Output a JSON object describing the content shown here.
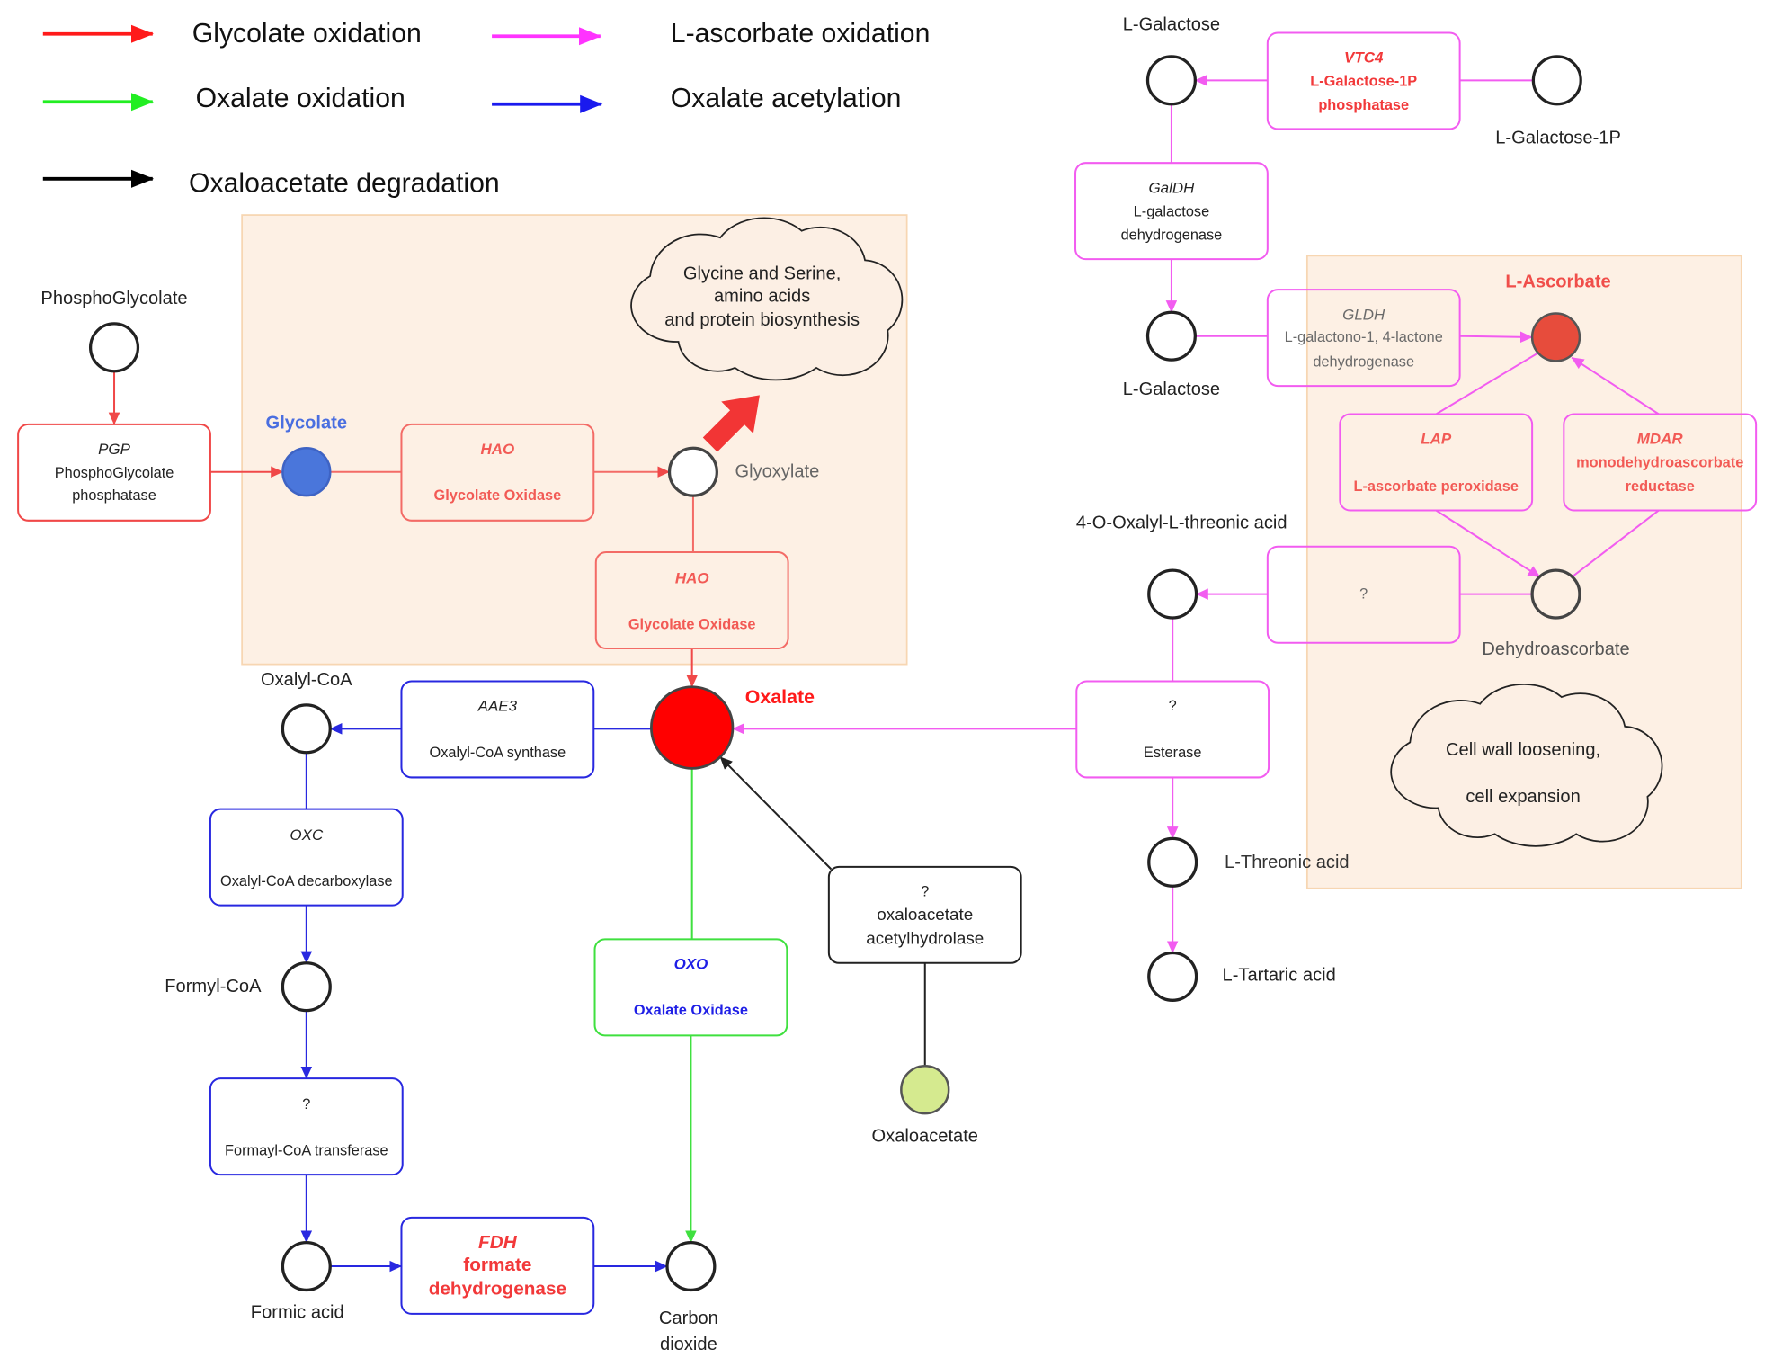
{
  "legend": [
    {
      "label": "Glycolate oxidation",
      "color": "#ff1a1a"
    },
    {
      "label": "L-ascorbate oxidation",
      "color": "#ff33ff"
    },
    {
      "label": "Oxalate oxidation",
      "color": "#22ee22"
    },
    {
      "label": "Oxalate acetylation",
      "color": "#1a1aee"
    },
    {
      "label": "Oxaloacetate degradation",
      "color": "#000000"
    }
  ],
  "clouds": {
    "biosynthesis": [
      "Glycine and Serine,",
      "amino acids",
      "and protein biosynthesis"
    ],
    "cell_wall": [
      "Cell wall loosening,",
      "cell expansion"
    ]
  },
  "metabolites": {
    "phosphoglycolate": "PhosphoGlycolate",
    "glycolate": "Glycolate",
    "glyoxylate": "Glyoxylate",
    "oxalate": "Oxalate",
    "oxalyl_coa": "Oxalyl-CoA",
    "formyl_coa": "Formyl-CoA",
    "formic_acid": "Formic acid",
    "carbon_dioxide": [
      "Carbon",
      "dioxide"
    ],
    "oxaloacetate": "Oxaloacetate",
    "l_galactose_1p": "L-Galactose-1P",
    "l_galactose_a": "L-Galactose",
    "l_galactose_b": "L-Galactose",
    "l_ascorbate": "L-Ascorbate",
    "dehydroascorbate": "Dehydroascorbate",
    "oxalyl_threonic_acid": "4-O-Oxalyl-L-threonic acid",
    "l_threonic_acid": "L-Threonic acid",
    "l_tartaric_acid": "L-Tartaric acid"
  },
  "enzymes": {
    "pgp": {
      "abbr": "PGP",
      "name": [
        "PhosphoGlycolate",
        "phosphatase"
      ]
    },
    "hao_1": {
      "abbr": "HAO",
      "name": [
        "Glycolate Oxidase"
      ]
    },
    "hao_2": {
      "abbr": "HAO",
      "name": [
        "Glycolate Oxidase"
      ]
    },
    "aae3": {
      "abbr": "AAE3",
      "name": [
        "Oxalyl-CoA synthase"
      ]
    },
    "oxc": {
      "abbr": "OXC",
      "name": [
        "Oxalyl-CoA decarboxylase"
      ]
    },
    "formyl_transferase": {
      "abbr": "?",
      "name": [
        "Formayl-CoA transferase"
      ]
    },
    "fdh": {
      "abbr": "FDH",
      "name": [
        "formate",
        "dehydrogenase"
      ]
    },
    "oxo": {
      "abbr": "OXO",
      "name": [
        "Oxalate Oxidase"
      ]
    },
    "oxaloacetate_hydrolase": {
      "abbr": "?",
      "name": [
        "oxaloacetate",
        "acetylhydrolase"
      ]
    },
    "vtc4": {
      "abbr": "VTC4",
      "name": [
        "L-Galactose-1P",
        "phosphatase"
      ]
    },
    "galdh": {
      "abbr": "GalDH",
      "name": [
        "L-galactose",
        "dehydrogenase"
      ]
    },
    "gldh": {
      "abbr": "GLDH",
      "name": [
        "L-galactono-1, 4-lactone",
        "dehydrogenase"
      ]
    },
    "lap": {
      "abbr": "LAP",
      "name": [
        "L-ascorbate peroxidase"
      ]
    },
    "mdar": {
      "abbr": "MDAR",
      "name": [
        "monodehydroascorbate",
        "reductase"
      ]
    },
    "dha_unknown": {
      "abbr": "?"
    },
    "esterase": {
      "abbr": "?",
      "name": [
        "Esterase"
      ]
    }
  }
}
